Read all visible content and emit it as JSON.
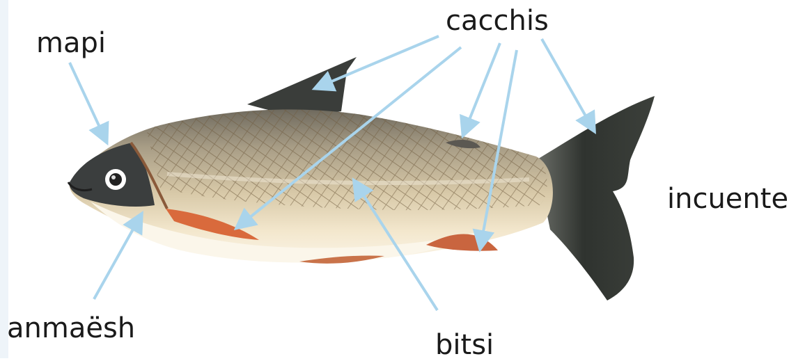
{
  "labels": {
    "cacchis": "cacchis",
    "mapi": "mapi",
    "incuente": "incuente",
    "anmaesh": "anmaësh",
    "bitsi": "bitsi"
  },
  "colors": {
    "arrow": "#a9d4ec",
    "body_scales": "#c8b89a",
    "belly": "#fbf4e6",
    "fin_orange": "#d96a3c",
    "tail": "#3a3e3a",
    "head": "#3d4040"
  }
}
